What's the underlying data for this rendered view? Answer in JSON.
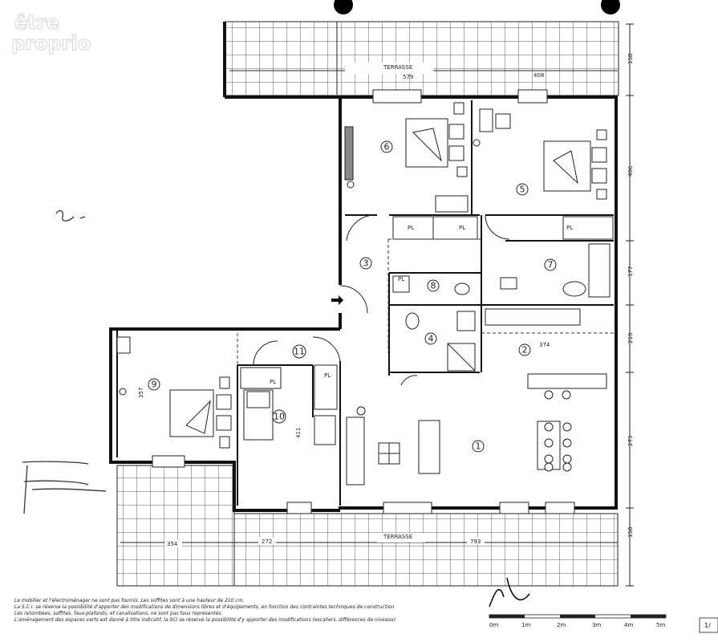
{
  "watermark": {
    "line1": "être",
    "line2": "proprio"
  },
  "rooms": [
    {
      "id": "1",
      "label": "1"
    },
    {
      "id": "2",
      "label": "2"
    },
    {
      "id": "3",
      "label": "3"
    },
    {
      "id": "4",
      "label": "4"
    },
    {
      "id": "5",
      "label": "5"
    },
    {
      "id": "6",
      "label": "6"
    },
    {
      "id": "7",
      "label": "7"
    },
    {
      "id": "8",
      "label": "8"
    },
    {
      "id": "9",
      "label": "9"
    },
    {
      "id": "10",
      "label": "10"
    },
    {
      "id": "11",
      "label": "11"
    }
  ],
  "labels": {
    "terrasse_top": "TERRASSE",
    "terrasse_bottom": "TERRASSE",
    "pl": "PL"
  },
  "dimensions": {
    "top_width_1": "579",
    "top_width_2": "408",
    "bottom_1": "354",
    "bottom_2": "272",
    "bottom_3": "793",
    "right_1": "158",
    "right_2": "406",
    "right_3": "177",
    "right_4": "210",
    "right_5": "273",
    "right_6": "158",
    "room2_width": "374",
    "room9_height": "357",
    "room10_height": "411"
  },
  "notes": [
    "Le mobilier et l'électroménager ne sont pas fournis. Les soffites sont à une hauteur de 210 cm.",
    "La S.C.I. se réserve la possibilité d'apporter des modifications de dimensions libres et d'équipements, en fonction des contraintes techniques de construction",
    "Les retombées, soffites, faux-plafonds, et canalisations, ne sont pas tous représentés.",
    "L'aménagement des espaces verts est donné à titre indicatif, la SCI se réserve la possibilité d'y apporter des modifications (escaliers, différences de niveaux)"
  ],
  "scale": [
    "0m",
    "1m",
    "2m",
    "3m",
    "4m",
    "5m"
  ],
  "page_corner": "1/"
}
